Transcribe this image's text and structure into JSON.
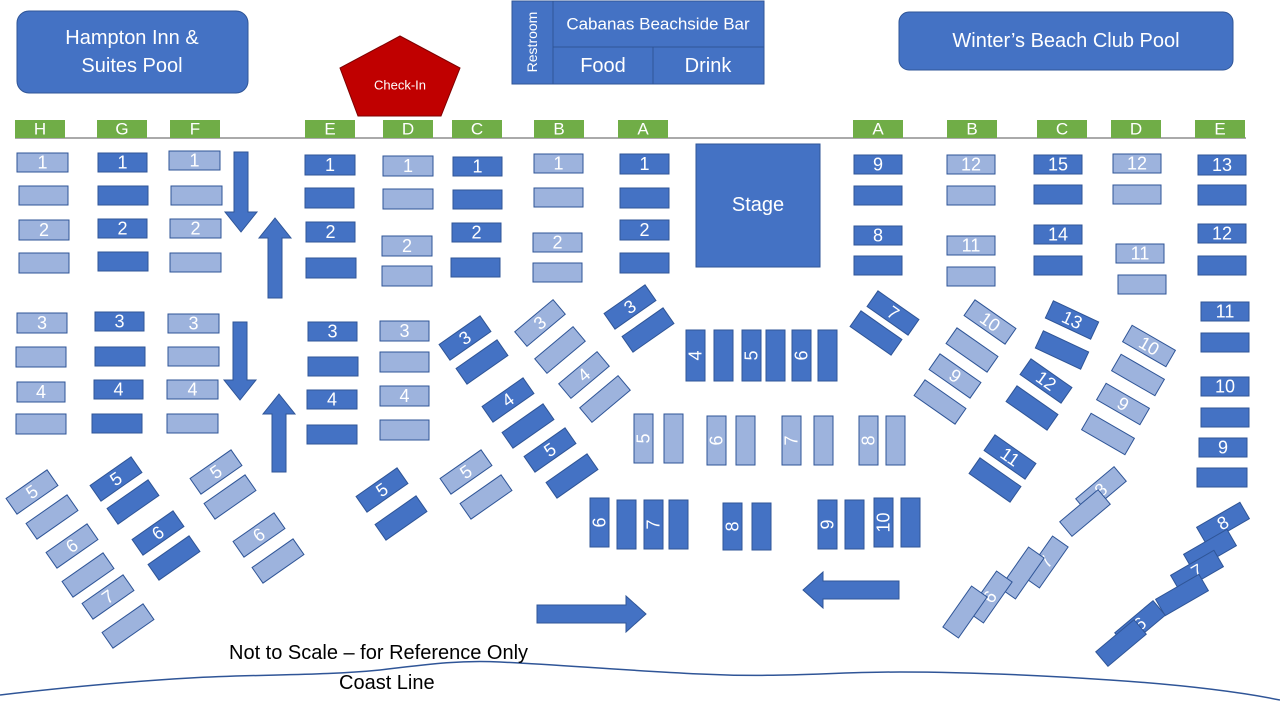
{
  "title": "",
  "colors": {
    "dark": "#4472C4",
    "light": "#9DB3DD",
    "row_header": "#70AD47",
    "checkin": "#C00000",
    "stroke": "#2F5597",
    "coast": "#2F5597"
  },
  "venues": {
    "hampton_pool": [
      "Hampton Inn &",
      "Suites Pool"
    ],
    "winters_pool": "Winter’s Beach Club Pool",
    "restroom": "Restroom",
    "bar": "Cabanas Beachside Bar",
    "food": "Food",
    "drink": "Drink",
    "checkin": "Check-In",
    "stage": "Stage"
  },
  "footer": {
    "note": "Not to Scale – for Reference Only",
    "coast": "Coast Line"
  },
  "rows_left": [
    "H",
    "G",
    "F",
    "E",
    "D",
    "C",
    "B",
    "A"
  ],
  "rows_right": [
    "A",
    "B",
    "C",
    "D",
    "E"
  ],
  "tables": [
    {
      "id": "H1",
      "label": "1",
      "shade": "light"
    },
    {
      "id": "H1b",
      "label": "",
      "shade": "light"
    },
    {
      "id": "H2",
      "label": "2",
      "shade": "light"
    },
    {
      "id": "H2b",
      "label": "",
      "shade": "light"
    },
    {
      "id": "H3",
      "label": "3",
      "shade": "light"
    },
    {
      "id": "H3b",
      "label": "",
      "shade": "light"
    },
    {
      "id": "H4",
      "label": "4",
      "shade": "light"
    },
    {
      "id": "H4b",
      "label": "",
      "shade": "light"
    },
    {
      "id": "G1",
      "label": "1",
      "shade": "dark"
    },
    {
      "id": "G1b",
      "label": "",
      "shade": "dark"
    },
    {
      "id": "G2",
      "label": "2",
      "shade": "dark"
    },
    {
      "id": "G2b",
      "label": "",
      "shade": "dark"
    },
    {
      "id": "G3",
      "label": "3",
      "shade": "dark"
    },
    {
      "id": "G3b",
      "label": "",
      "shade": "dark"
    },
    {
      "id": "G4",
      "label": "4",
      "shade": "dark"
    },
    {
      "id": "G4b",
      "label": "",
      "shade": "dark"
    },
    {
      "id": "F1",
      "label": "1",
      "shade": "light"
    },
    {
      "id": "F1b",
      "label": "",
      "shade": "light"
    },
    {
      "id": "F2",
      "label": "2",
      "shade": "light"
    },
    {
      "id": "F2b",
      "label": "",
      "shade": "light"
    },
    {
      "id": "F3",
      "label": "3",
      "shade": "light"
    },
    {
      "id": "F3b",
      "label": "",
      "shade": "light"
    },
    {
      "id": "F4",
      "label": "4",
      "shade": "light"
    },
    {
      "id": "F4b",
      "label": "",
      "shade": "light"
    },
    {
      "id": "E1",
      "label": "1",
      "shade": "dark"
    },
    {
      "id": "E1b",
      "label": "",
      "shade": "dark"
    },
    {
      "id": "E2",
      "label": "2",
      "shade": "dark"
    },
    {
      "id": "E2b",
      "label": "",
      "shade": "dark"
    },
    {
      "id": "E3",
      "label": "3",
      "shade": "dark"
    },
    {
      "id": "E3b",
      "label": "",
      "shade": "dark"
    },
    {
      "id": "E4",
      "label": "4",
      "shade": "dark"
    },
    {
      "id": "E4b",
      "label": "",
      "shade": "dark"
    },
    {
      "id": "D1",
      "label": "1",
      "shade": "light"
    },
    {
      "id": "D1b",
      "label": "",
      "shade": "light"
    },
    {
      "id": "D2",
      "label": "2",
      "shade": "light"
    },
    {
      "id": "D2b",
      "label": "",
      "shade": "light"
    },
    {
      "id": "D3",
      "label": "3",
      "shade": "light"
    },
    {
      "id": "D3b",
      "label": "",
      "shade": "light"
    },
    {
      "id": "D4",
      "label": "4",
      "shade": "light"
    },
    {
      "id": "D4b",
      "label": "",
      "shade": "light"
    },
    {
      "id": "C1",
      "label": "1",
      "shade": "dark"
    },
    {
      "id": "C1b",
      "label": "",
      "shade": "dark"
    },
    {
      "id": "C2",
      "label": "2",
      "shade": "dark"
    },
    {
      "id": "C2b",
      "label": "",
      "shade": "dark"
    },
    {
      "id": "B1",
      "label": "1",
      "shade": "light"
    },
    {
      "id": "B1b",
      "label": "",
      "shade": "light"
    },
    {
      "id": "B2",
      "label": "2",
      "shade": "light"
    },
    {
      "id": "B2b",
      "label": "",
      "shade": "light"
    },
    {
      "id": "A1",
      "label": "1",
      "shade": "dark"
    },
    {
      "id": "A1b",
      "label": "",
      "shade": "dark"
    },
    {
      "id": "A2",
      "label": "2",
      "shade": "dark"
    },
    {
      "id": "A2b",
      "label": "",
      "shade": "dark"
    },
    {
      "id": "RA9",
      "label": "9",
      "shade": "dark"
    },
    {
      "id": "RA9b",
      "label": "",
      "shade": "dark"
    },
    {
      "id": "RA8",
      "label": "8",
      "shade": "dark"
    },
    {
      "id": "RA8b",
      "label": "",
      "shade": "dark"
    },
    {
      "id": "RB12",
      "label": "12",
      "shade": "light"
    },
    {
      "id": "RB12b",
      "label": "",
      "shade": "light"
    },
    {
      "id": "RB11",
      "label": "11",
      "shade": "light"
    },
    {
      "id": "RB11b",
      "label": "",
      "shade": "light"
    },
    {
      "id": "RC15",
      "label": "15",
      "shade": "dark"
    },
    {
      "id": "RC15b",
      "label": "",
      "shade": "dark"
    },
    {
      "id": "RC14",
      "label": "14",
      "shade": "dark"
    },
    {
      "id": "RC14b",
      "label": "",
      "shade": "dark"
    },
    {
      "id": "RD12",
      "label": "12",
      "shade": "light"
    },
    {
      "id": "RD12b",
      "label": "",
      "shade": "light"
    },
    {
      "id": "RD11",
      "label": "11",
      "shade": "light"
    },
    {
      "id": "RD11b",
      "label": "",
      "shade": "light"
    },
    {
      "id": "RE13",
      "label": "13",
      "shade": "dark"
    },
    {
      "id": "RE13b",
      "label": "",
      "shade": "dark"
    },
    {
      "id": "RE12",
      "label": "12",
      "shade": "dark"
    },
    {
      "id": "RE12b",
      "label": "",
      "shade": "dark"
    },
    {
      "id": "RE11",
      "label": "11",
      "shade": "dark"
    },
    {
      "id": "RE11b",
      "label": "",
      "shade": "dark"
    },
    {
      "id": "RE10",
      "label": "10",
      "shade": "dark"
    },
    {
      "id": "RE10b",
      "label": "",
      "shade": "dark"
    },
    {
      "id": "RE9",
      "label": "9",
      "shade": "dark"
    },
    {
      "id": "RE9b",
      "label": "",
      "shade": "dark"
    },
    {
      "id": "H5",
      "label": "5",
      "shade": "light"
    },
    {
      "id": "H5b",
      "label": "",
      "shade": "light"
    },
    {
      "id": "H6",
      "label": "6",
      "shade": "light"
    },
    {
      "id": "H6b",
      "label": "",
      "shade": "light"
    },
    {
      "id": "H7",
      "label": "7",
      "shade": "light"
    },
    {
      "id": "H7b",
      "label": "",
      "shade": "light"
    },
    {
      "id": "G5",
      "label": "5",
      "shade": "dark"
    },
    {
      "id": "G5b",
      "label": "",
      "shade": "dark"
    },
    {
      "id": "G6",
      "label": "6",
      "shade": "dark"
    },
    {
      "id": "G6b",
      "label": "",
      "shade": "dark"
    },
    {
      "id": "F5",
      "label": "5",
      "shade": "light"
    },
    {
      "id": "F5b",
      "label": "",
      "shade": "light"
    },
    {
      "id": "F6",
      "label": "6",
      "shade": "light"
    },
    {
      "id": "F6b",
      "label": "",
      "shade": "light"
    },
    {
      "id": "E5",
      "label": "5",
      "shade": "dark"
    },
    {
      "id": "E5b",
      "label": "",
      "shade": "dark"
    },
    {
      "id": "D5",
      "label": "5",
      "shade": "light"
    },
    {
      "id": "D5b",
      "label": "",
      "shade": "light"
    },
    {
      "id": "C3",
      "label": "3",
      "shade": "dark"
    },
    {
      "id": "C3b",
      "label": "",
      "shade": "dark"
    },
    {
      "id": "C4",
      "label": "4",
      "shade": "dark"
    },
    {
      "id": "C4b",
      "label": "",
      "shade": "dark"
    },
    {
      "id": "C5",
      "label": "5",
      "shade": "dark"
    },
    {
      "id": "C5b",
      "label": "",
      "shade": "dark"
    },
    {
      "id": "B3",
      "label": "3",
      "shade": "light"
    },
    {
      "id": "B3b",
      "label": "",
      "shade": "light"
    },
    {
      "id": "B4",
      "label": "4",
      "shade": "light"
    },
    {
      "id": "B4b",
      "label": "",
      "shade": "light"
    },
    {
      "id": "A3",
      "label": "3",
      "shade": "dark"
    },
    {
      "id": "A3b",
      "label": "",
      "shade": "dark"
    },
    {
      "id": "RA7",
      "label": "7",
      "shade": "dark"
    },
    {
      "id": "RA7b",
      "label": "",
      "shade": "dark"
    },
    {
      "id": "RB10",
      "label": "10",
      "shade": "light"
    },
    {
      "id": "RB10b",
      "label": "",
      "shade": "light"
    },
    {
      "id": "RB9",
      "label": "9",
      "shade": "light"
    },
    {
      "id": "RB9b",
      "label": "",
      "shade": "light"
    },
    {
      "id": "RC13",
      "label": "13",
      "shade": "dark"
    },
    {
      "id": "RC13b",
      "label": "",
      "shade": "dark"
    },
    {
      "id": "RC12",
      "label": "12",
      "shade": "dark"
    },
    {
      "id": "RC12b",
      "label": "",
      "shade": "dark"
    },
    {
      "id": "RC11",
      "label": "11",
      "shade": "dark"
    },
    {
      "id": "RC11b",
      "label": "",
      "shade": "dark"
    },
    {
      "id": "RD10",
      "label": "10",
      "shade": "light"
    },
    {
      "id": "RD10b",
      "label": "",
      "shade": "light"
    },
    {
      "id": "RD9",
      "label": "9",
      "shade": "light"
    },
    {
      "id": "RD9b",
      "label": "",
      "shade": "light"
    },
    {
      "id": "RD8",
      "label": "8",
      "shade": "light"
    },
    {
      "id": "RD8b",
      "label": "",
      "shade": "light"
    },
    {
      "id": "RD7",
      "label": "7",
      "shade": "light"
    },
    {
      "id": "RD7b",
      "label": "",
      "shade": "light"
    },
    {
      "id": "RD6",
      "label": "6",
      "shade": "light"
    },
    {
      "id": "RD6b",
      "label": "",
      "shade": "light"
    },
    {
      "id": "RE8",
      "label": "8",
      "shade": "dark"
    },
    {
      "id": "RE8b",
      "label": "",
      "shade": "dark"
    },
    {
      "id": "RE7",
      "label": "7",
      "shade": "dark"
    },
    {
      "id": "RE7b",
      "label": "",
      "shade": "dark"
    },
    {
      "id": "RE6",
      "label": "6",
      "shade": "dark"
    },
    {
      "id": "RE6b",
      "label": "",
      "shade": "dark"
    },
    {
      "id": "V4",
      "label": "4",
      "shade": "dark"
    },
    {
      "id": "V4b",
      "label": "",
      "shade": "dark"
    },
    {
      "id": "V5",
      "label": "5",
      "shade": "dark"
    },
    {
      "id": "V5b",
      "label": "",
      "shade": "dark"
    },
    {
      "id": "V6",
      "label": "6",
      "shade": "dark"
    },
    {
      "id": "V6b",
      "label": "",
      "shade": "dark"
    },
    {
      "id": "L5",
      "label": "5",
      "shade": "light"
    },
    {
      "id": "L5b",
      "label": "",
      "shade": "light"
    },
    {
      "id": "L6",
      "label": "6",
      "shade": "light"
    },
    {
      "id": "L6b",
      "label": "",
      "shade": "light"
    },
    {
      "id": "L7",
      "label": "7",
      "shade": "light"
    },
    {
      "id": "L7b",
      "label": "",
      "shade": "light"
    },
    {
      "id": "L8",
      "label": "8",
      "shade": "light"
    },
    {
      "id": "L8b",
      "label": "",
      "shade": "light"
    },
    {
      "id": "V6c",
      "label": "6",
      "shade": "dark"
    },
    {
      "id": "V6cb",
      "label": "",
      "shade": "dark"
    },
    {
      "id": "V7",
      "label": "7",
      "shade": "dark"
    },
    {
      "id": "V7b",
      "label": "",
      "shade": "dark"
    },
    {
      "id": "V8",
      "label": "8",
      "shade": "dark"
    },
    {
      "id": "V8b",
      "label": "",
      "shade": "dark"
    },
    {
      "id": "V9",
      "label": "9",
      "shade": "dark"
    },
    {
      "id": "V9b",
      "label": "",
      "shade": "dark"
    },
    {
      "id": "V10",
      "label": "10",
      "shade": "dark"
    },
    {
      "id": "V10b",
      "label": "",
      "shade": "dark"
    }
  ]
}
